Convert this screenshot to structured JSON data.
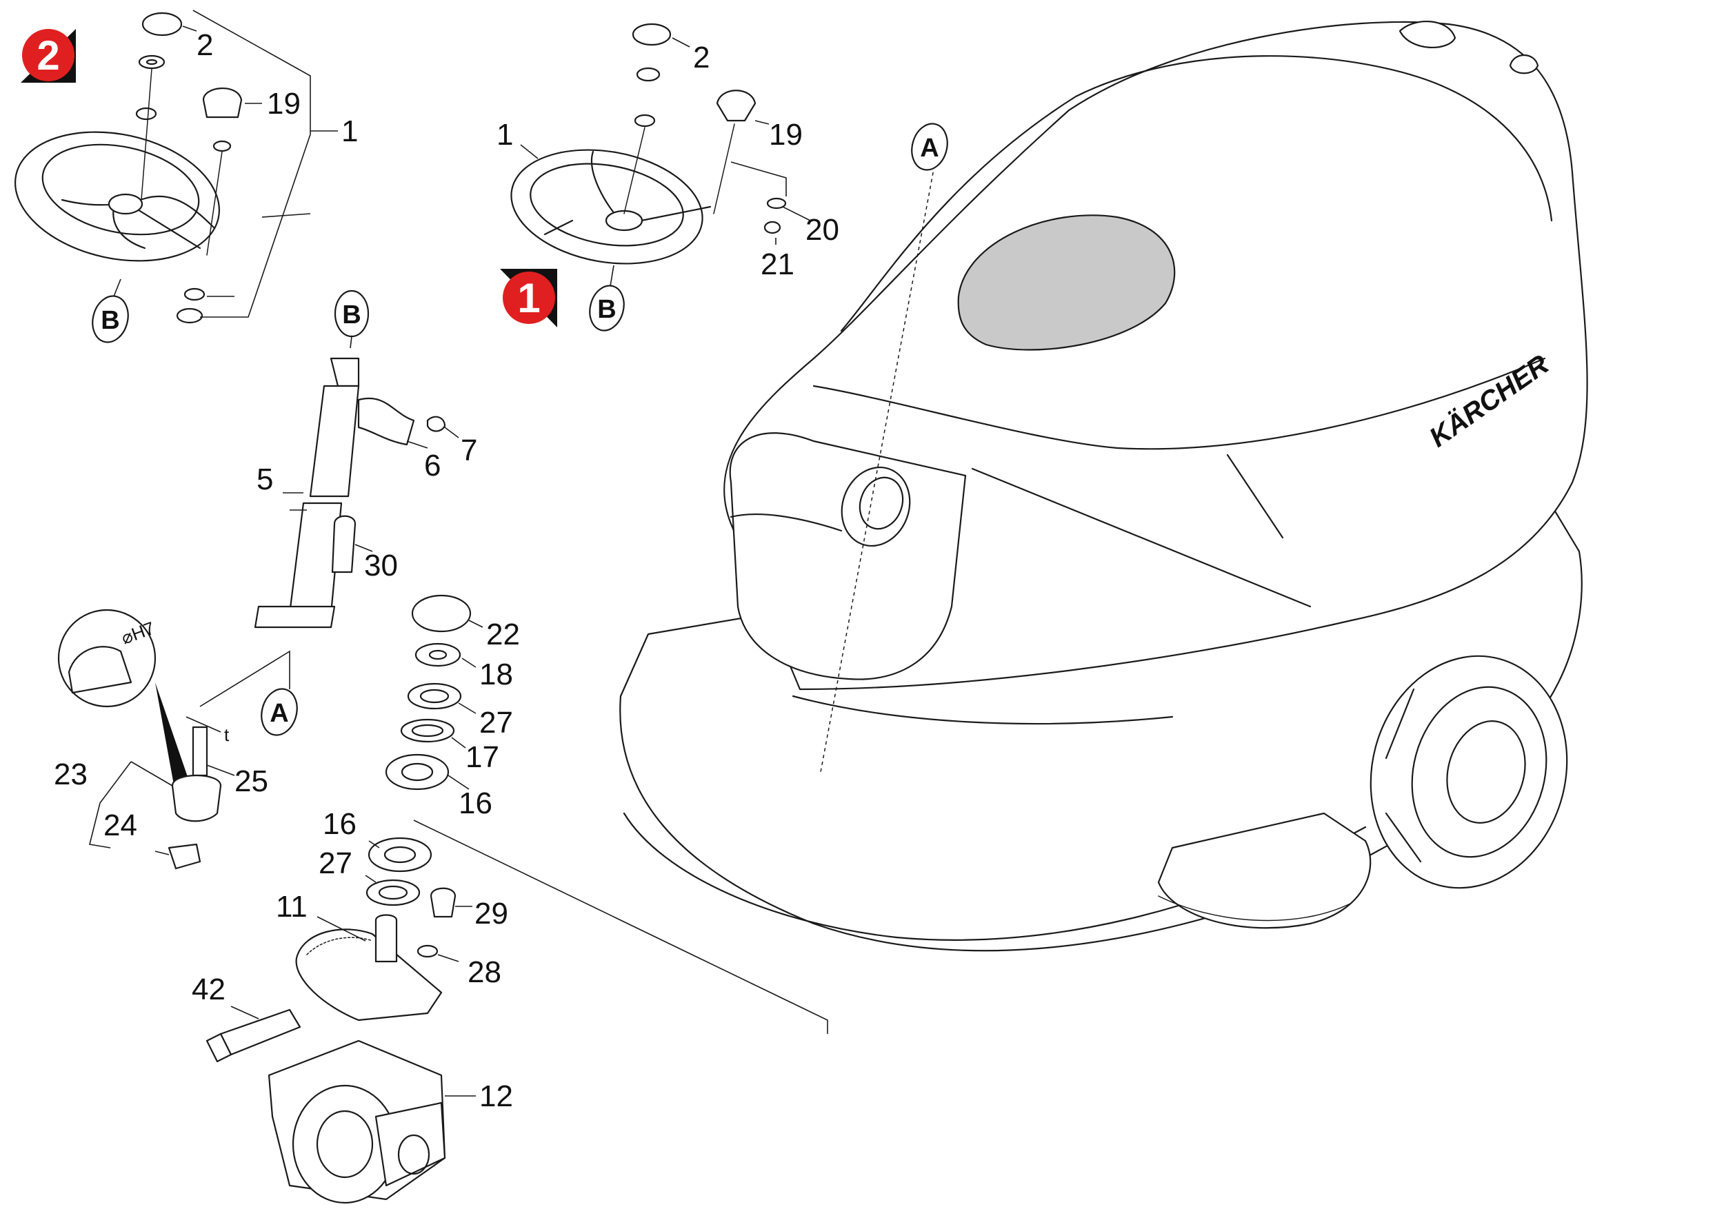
{
  "colors": {
    "badge_red": "#e02020",
    "badge_shadow": "#111111",
    "line": "#1a1a1a",
    "tank_fill": "#c9c9c9"
  },
  "badges": {
    "variant_one": "1",
    "variant_two": "2"
  },
  "view_refs": {
    "a": "A",
    "b": "B"
  },
  "brand": {
    "logo_text": "KÄRCHER"
  },
  "tolerance": {
    "fit": "⌀H7",
    "dimension": "t"
  },
  "callouts": {
    "top_left": {
      "p2": "2",
      "p19": "19",
      "p1": "1"
    },
    "top_center": {
      "p2": "2",
      "p1": "1",
      "p19": "19",
      "p20": "20",
      "p21": "21"
    },
    "column": {
      "p7": "7",
      "p6": "6",
      "p5": "5",
      "p30": "30"
    },
    "pinion": {
      "p23": "23",
      "p25": "25",
      "p24": "24"
    },
    "bearings": {
      "p22": "22",
      "p18": "18",
      "p27a": "27",
      "p17": "17",
      "p16a": "16",
      "p16b": "16",
      "p27b": "27",
      "p29": "29",
      "p28": "28"
    },
    "drive": {
      "p11": "11",
      "p42": "42",
      "p12": "12"
    }
  }
}
